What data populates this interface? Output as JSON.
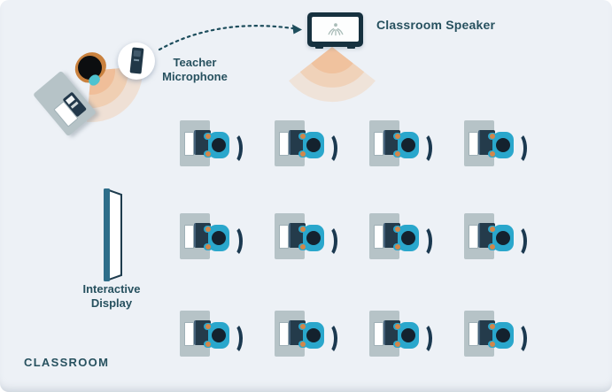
{
  "diagram": {
    "room_label": "CLASSROOM",
    "speaker": {
      "label": "Classroom Speaker"
    },
    "microphone": {
      "label_line1": "Teacher",
      "label_line2": "Microphone"
    },
    "display": {
      "label_line1": "Interactive",
      "label_line2": "Display"
    },
    "grid": {
      "rows": 3,
      "cols": 4,
      "desk_count": 12,
      "col_x": [
        203,
        310,
        417,
        524
      ],
      "row_y": [
        136,
        241,
        351
      ]
    },
    "icons": {
      "speaker_device": "flat-panel-classroom-speaker-icon",
      "speaker_logo": "lotus-sound-logo-icon",
      "microphone_device": "handheld-teacher-microphone-icon",
      "audio_path": "dotted-curved-arrow-icon",
      "sound_waves": "peach-arc-sound-fan-icon",
      "interactive_display": "wall-mounted-display-panel-icon"
    },
    "colors": {
      "background": "#EDF1F6",
      "label_text": "#27515F",
      "accent_cyan": "#2AA7CC",
      "dark_navy": "#1E3A4C",
      "desk_gray": "#B6C3C7",
      "sound_wave_peach": "#F0B183",
      "teacher_shirt_orange": "#C9813E",
      "display_teal": "#2E6E8A"
    }
  }
}
